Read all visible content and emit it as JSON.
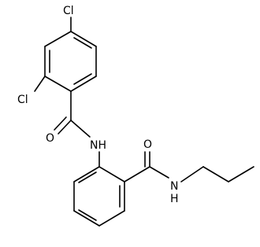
{
  "molecule": {
    "atoms": {
      "cl_top": "Cl",
      "cl_left": "Cl",
      "o_amide1": "O",
      "nh_amide1": "NH",
      "o_amide2": "O",
      "nh_amide2": "N",
      "h_amide2": "H"
    }
  }
}
